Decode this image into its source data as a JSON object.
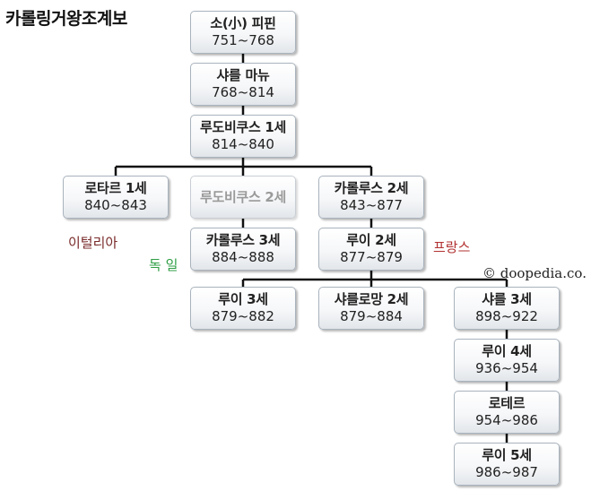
{
  "title": "카롤링거왕조계보",
  "nodes": {
    "pepin": {
      "name": "소(小) 피핀",
      "years": "751~768"
    },
    "charlemagne": {
      "name": "샤를 마뉴",
      "years": "768~814"
    },
    "louis1": {
      "name": "루도비쿠스 1세",
      "years": "814~840"
    },
    "lothair1": {
      "name": "로타르 1세",
      "years": "840~843"
    },
    "louis2": {
      "name": "루도비쿠스 2세",
      "years": ""
    },
    "charles2": {
      "name": "카롤루스 2세",
      "years": "843~877"
    },
    "charles3": {
      "name": "카롤루스 3세",
      "years": "884~888"
    },
    "louis_ii": {
      "name": "루이 2세",
      "years": "877~879"
    },
    "louis3": {
      "name": "루이 3세",
      "years": "879~882"
    },
    "carloman2": {
      "name": "샤를로망 2세",
      "years": "879~884"
    },
    "charles_iii": {
      "name": "샤를 3세",
      "years": "898~922"
    },
    "louis4": {
      "name": "루이 4세",
      "years": "936~954"
    },
    "lothaire": {
      "name": "로테르",
      "years": "954~986"
    },
    "louis5": {
      "name": "루이 5세",
      "years": "986~987"
    }
  },
  "regions": {
    "italy": "이털리아",
    "germany": "독 일",
    "france": "프랑스"
  },
  "region_colors": {
    "italy": "#7a2a2a",
    "germany": "#2e9e44",
    "france": "#b23030"
  },
  "copyright": "© doopedia.co."
}
